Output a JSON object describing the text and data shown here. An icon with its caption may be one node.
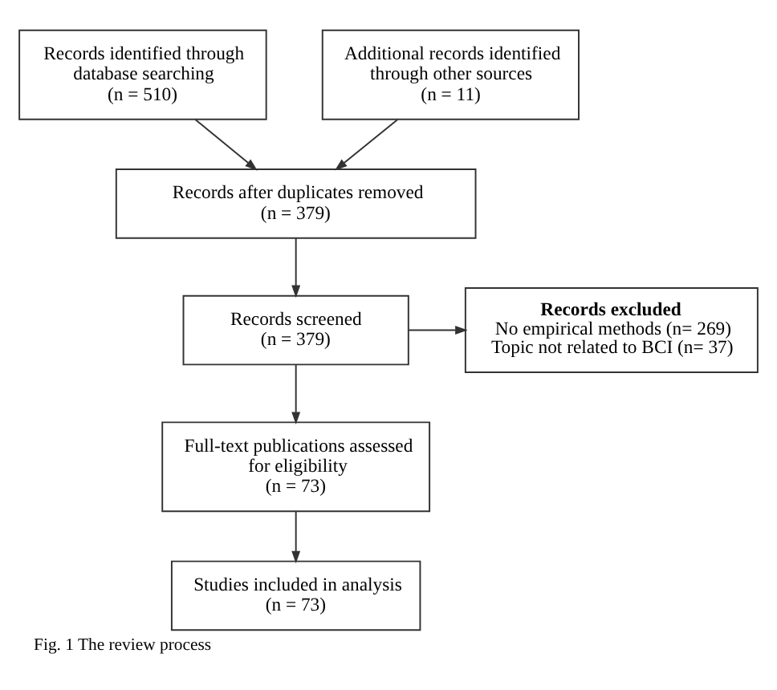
{
  "diagram": {
    "caption": "Fig. 1 The review process",
    "nodes": [
      {
        "text": [
          "Records identified through database searching",
          "(n = 510)"
        ]
      },
      {
        "text": [
          "Additional records identified through other sources",
          "(n = 11)"
        ]
      },
      {
        "text": [
          "Records after duplicates removed",
          "(n = 379)"
        ]
      },
      {
        "text": [
          "Records screened",
          "(n = 379)"
        ]
      },
      {
        "text": [
          "Records excluded",
          "No empirical methods (n= 269)",
          "Topic not related to BCI (n= 37)"
        ]
      },
      {
        "text": [
          "Full-text publications assessed for eligibility",
          "(n = 73)"
        ]
      },
      {
        "text": [
          "Studies included in analysis",
          "(n = 73)"
        ]
      }
    ],
    "edges": [
      {
        "from": 0,
        "to": 2,
        "arrow": "to"
      },
      {
        "from": 1,
        "to": 2,
        "arrow": "to"
      },
      {
        "from": 2,
        "to": 3,
        "arrow": "to"
      },
      {
        "from": 3,
        "to": 4,
        "arrow": "to"
      },
      {
        "from": 3,
        "to": 5,
        "arrow": "to"
      },
      {
        "from": 5,
        "to": 6,
        "arrow": "to"
      }
    ]
  }
}
